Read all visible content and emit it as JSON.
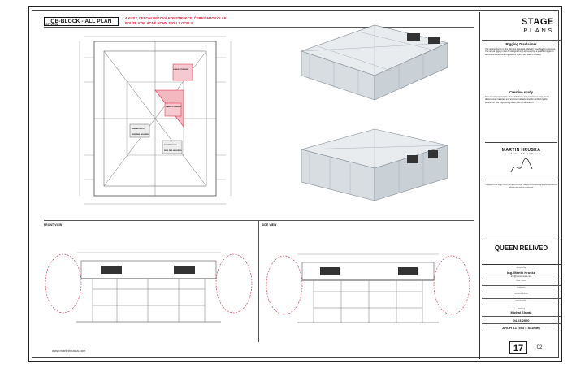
{
  "sheet": {
    "title": "QB-BLOCK - ALL PLAN",
    "note_line1": "4 KUSY, CELOHLINÍKOVÁ KONSTRUKCE, ČERNÝ MATNÝ LAK",
    "note_line2": "POUZE VYPLÁCNĚ NOHY JSOU Z OCELI!",
    "views": {
      "top": "TOP VIEW",
      "front": "FRONT VIEW",
      "side": "SIDE VIEW"
    },
    "footer_url": "www.martinhruska.com"
  },
  "plan_labels": {
    "cable_storage_1": "CABLE STORAGE",
    "cable_storage_2": "CABLE STORAGE",
    "dimmer_rack_1": "DIMMER RACK",
    "dimmer_rack_2": "DIMMER RACK",
    "power_1": "DISK FAN HOLDERS",
    "power_2": "DISK FAN HOLDERS"
  },
  "brand": {
    "line1": "STAGE",
    "line2": "PLANS"
  },
  "sidebar": {
    "disclaimer_heading": "Rigging Disclaimer",
    "disclaimer_text": "The rigging points in this plan are intended solely for visualization purposes. The actual rigging must be designed and approved by a qualified rigger in accordance with local regulations before any load is applied.",
    "creative_heading": "Creative study",
    "creative_text": "This drawing represents visual intentions and proportions only. Exact dimensions, materials and structural details must be verified by the production and engineering team prior to fabrication.",
    "logo_name": "MARTIN HRUSKA",
    "logo_sub": "STAGE DESIGN",
    "fine_print": "Copyright 2019 Stage Plans. All rights reserved. No part of this drawing may be reproduced without prior written permission."
  },
  "title_block": {
    "project": "QUEEN RELIVED",
    "designer_caption": "designed by",
    "designer": "Ing. Martin Hruska",
    "designer_contact": "info@martinhruska.com",
    "row1_caption": "client / venue",
    "row2_caption": "production",
    "row3_caption": "technical director",
    "row4_caption": "revision notes",
    "drawn_caption": "drawn by",
    "drawn_by": "Michal Slezak",
    "date": "04.03.2020",
    "format": "ARCH A1 (594 × 841mm)",
    "sheet_no": "17",
    "sheet_rev": "02"
  },
  "colors": {
    "accent_red": "#e0203a",
    "line": "#333333",
    "truss": "#9aa3ad"
  }
}
